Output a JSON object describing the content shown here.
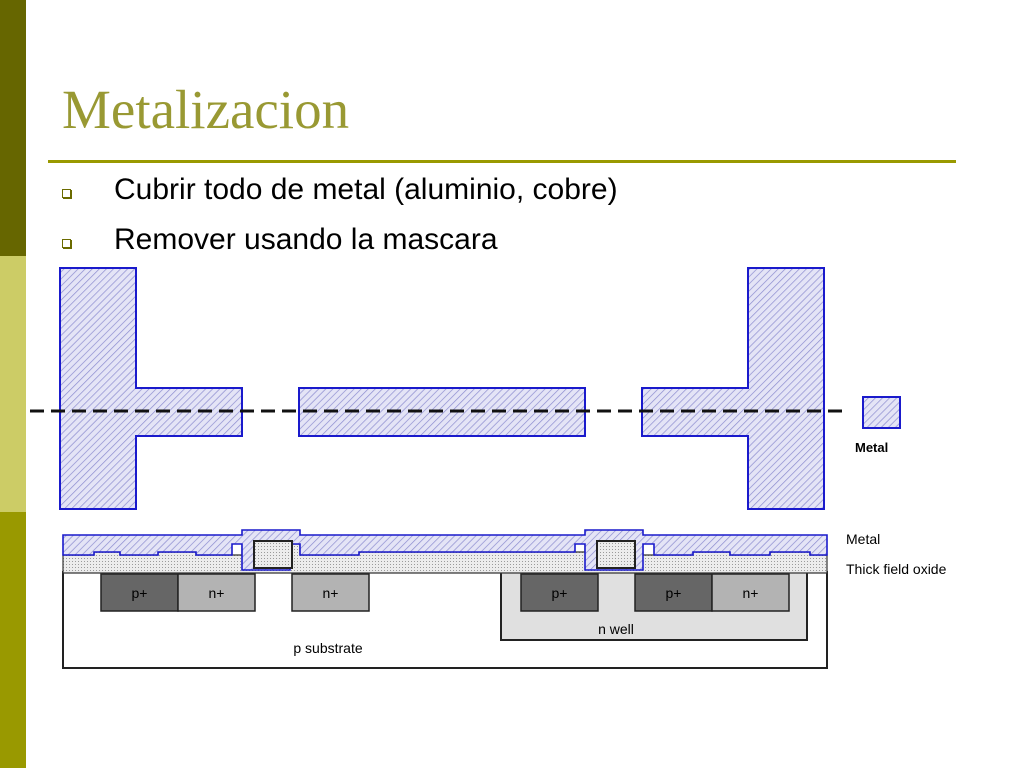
{
  "slide": {
    "title": "Metalizacion",
    "bullets": [
      "Cubrir todo de metal (aluminio, cobre)",
      "Remover usando la mascara"
    ]
  },
  "layout_legend": {
    "metal": "Metal"
  },
  "cross_section": {
    "metal": "Metal",
    "field_oxide": "Thick field oxide",
    "substrate": "p substrate",
    "n_well": "n well",
    "regions": [
      "p+",
      "n+",
      "n+",
      "p+",
      "p+",
      "n+"
    ]
  },
  "colors": {
    "accent": "#999933",
    "metal_stroke": "#1a1acc",
    "metal_fill": "#dcdcf4"
  }
}
